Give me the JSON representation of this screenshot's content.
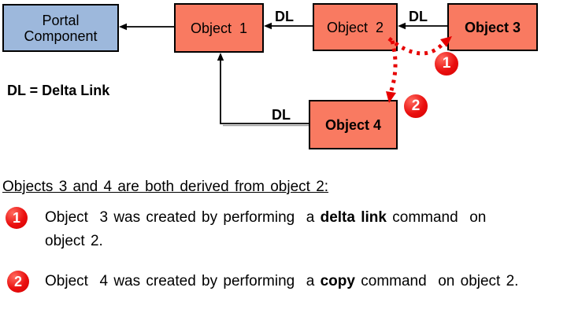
{
  "colors": {
    "box_blue": "#9DB8DC",
    "box_salmon": "#F97A61",
    "callout_red": "#E60000",
    "line_black": "#000000"
  },
  "diagram": {
    "boxes": {
      "portal": {
        "line1": "Portal",
        "line2": "Component"
      },
      "object1": {
        "label": "Object  1"
      },
      "object2": {
        "label": "Object  2"
      },
      "object3": {
        "label": "Object 3"
      },
      "object4": {
        "label": "Object 4"
      }
    },
    "dl_labels": [
      "DL",
      "DL",
      "DL"
    ],
    "legend": "DL = Delta Link",
    "callouts": [
      {
        "label": "1"
      },
      {
        "label": "2"
      }
    ]
  },
  "notes": {
    "heading": "Objects 3 and 4 are both derived from object 2:",
    "items": [
      {
        "badge": "1",
        "pre": "Object  3 was created by performing  a ",
        "bold": "delta link",
        "mid": " command  on",
        "line2": "object 2."
      },
      {
        "badge": "2",
        "pre": "Object  4 was created by performing  a ",
        "bold": "copy",
        "post": " command  on object 2."
      }
    ]
  }
}
